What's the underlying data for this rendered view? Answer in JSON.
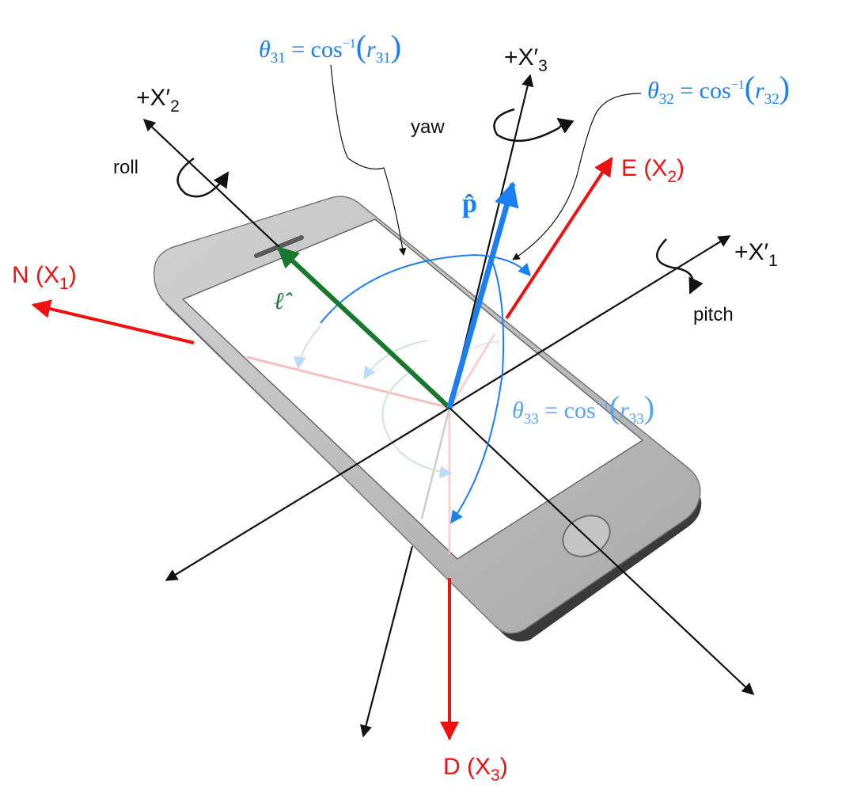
{
  "labels": {
    "north": {
      "main": "N (X",
      "sub": "1",
      "close": ")"
    },
    "east": {
      "main": "E (X",
      "sub": "2",
      "close": ")"
    },
    "down": {
      "main": "D (X",
      "sub": "3",
      "close": ")"
    },
    "x1p": {
      "main": "+X′",
      "sub": "1"
    },
    "x2p": {
      "main": "+X′",
      "sub": "2"
    },
    "x3p": {
      "main": "+X′",
      "sub": "3"
    },
    "roll": "roll",
    "pitch": "pitch",
    "yaw": "yaw",
    "p_hat": "p̂",
    "l_hat": "ℓ̂"
  },
  "formulas": {
    "theta31": {
      "theta": "θ",
      "sub": "31",
      "eq": " = cos",
      "sup": "−1",
      "r": "r",
      "rsub": "31"
    },
    "theta32": {
      "theta": "θ",
      "sub": "32",
      "eq": " = cos",
      "sup": "−1",
      "r": "r",
      "rsub": "32"
    },
    "theta33": {
      "theta": "θ",
      "sub": "33",
      "eq": " = cos",
      "sup": "−1",
      "r": "r",
      "rsub": "33"
    }
  },
  "colors": {
    "ned_axes": "#ee1111",
    "body_axes": "#111111",
    "p_vector": "#1a7ff0",
    "l_vector": "#18782e",
    "phone_body": "#b9b9b9",
    "phone_edge": "#3a3a3a",
    "screen": "#ffffff"
  },
  "icons": [
    "roll-rotation-icon",
    "pitch-rotation-icon",
    "yaw-rotation-icon",
    "home-button-icon",
    "speaker-slot-icon"
  ]
}
